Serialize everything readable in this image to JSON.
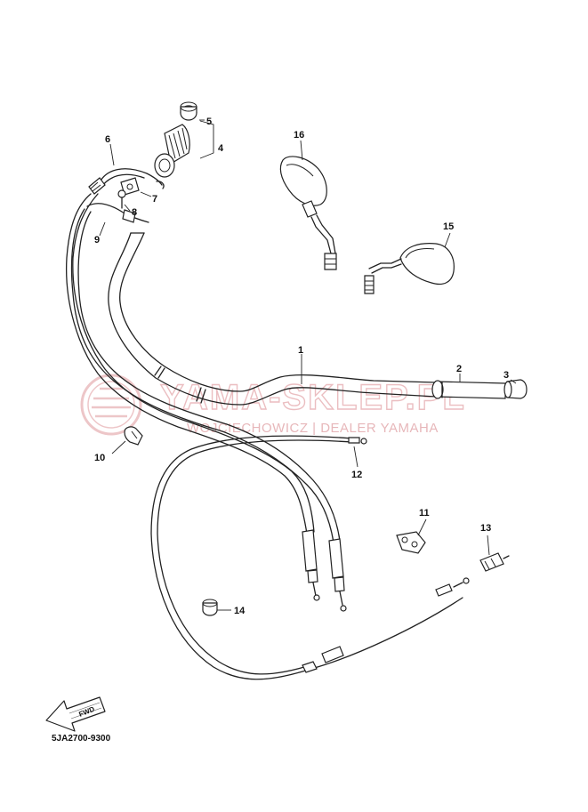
{
  "diagram_code": "5JA2700-9300",
  "fwd_label": "FWD",
  "watermark": {
    "title": "YAMA-SKLEP.PL",
    "subtitle": "WOJCIECHOWICZ | DEALER YAMAHA"
  },
  "callouts": [
    {
      "id": "1",
      "label": "1"
    },
    {
      "id": "2",
      "label": "2"
    },
    {
      "id": "3",
      "label": "3"
    },
    {
      "id": "4",
      "label": "4"
    },
    {
      "id": "5",
      "label": "5"
    },
    {
      "id": "6",
      "label": "6"
    },
    {
      "id": "7",
      "label": "7"
    },
    {
      "id": "8",
      "label": "8"
    },
    {
      "id": "9",
      "label": "9"
    },
    {
      "id": "10",
      "label": "10"
    },
    {
      "id": "11",
      "label": "11"
    },
    {
      "id": "12",
      "label": "12"
    },
    {
      "id": "13",
      "label": "13"
    },
    {
      "id": "14",
      "label": "14"
    },
    {
      "id": "15",
      "label": "15"
    },
    {
      "id": "16",
      "label": "16"
    }
  ]
}
